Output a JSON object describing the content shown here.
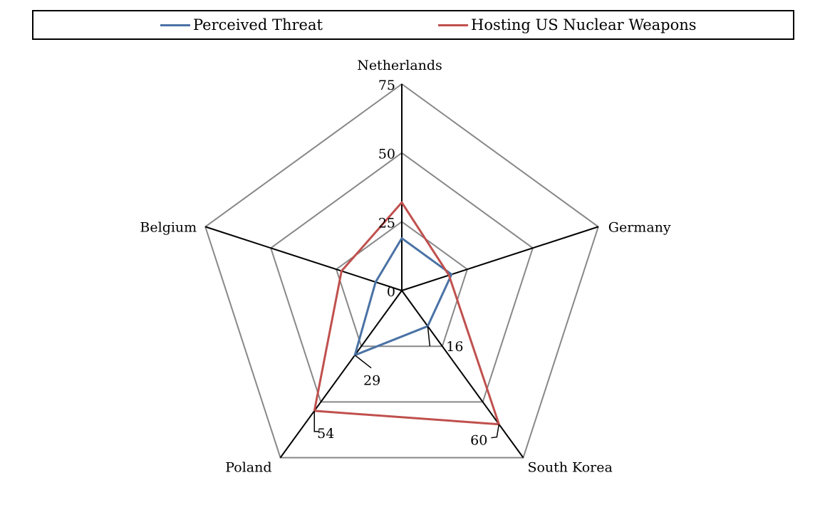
{
  "chart_data": {
    "type": "radar",
    "categories": [
      "Netherlands",
      "Germany",
      "South Korea",
      "Poland",
      "Belgium"
    ],
    "rlim": [
      0,
      75
    ],
    "rticks": [
      0,
      25,
      50,
      75
    ],
    "grid": true,
    "legend_position": "top",
    "series": [
      {
        "name": "Perceived Threat",
        "color": "#4a72a5",
        "values": [
          19,
          19,
          16,
          29,
          10
        ]
      },
      {
        "name": "Hosting US Nuclear Weapons",
        "color": "#c0504d",
        "values": [
          32,
          18,
          60,
          54,
          23
        ]
      }
    ],
    "annotations": [
      {
        "text": "16",
        "category": "South Korea",
        "series": "Perceived Threat"
      },
      {
        "text": "29",
        "category": "Poland",
        "series": "Perceived Threat"
      },
      {
        "text": "54",
        "category": "Poland",
        "series": "Hosting US Nuclear Weapons"
      },
      {
        "text": "60",
        "category": "South Korea",
        "series": "Hosting US Nuclear Weapons"
      }
    ]
  }
}
